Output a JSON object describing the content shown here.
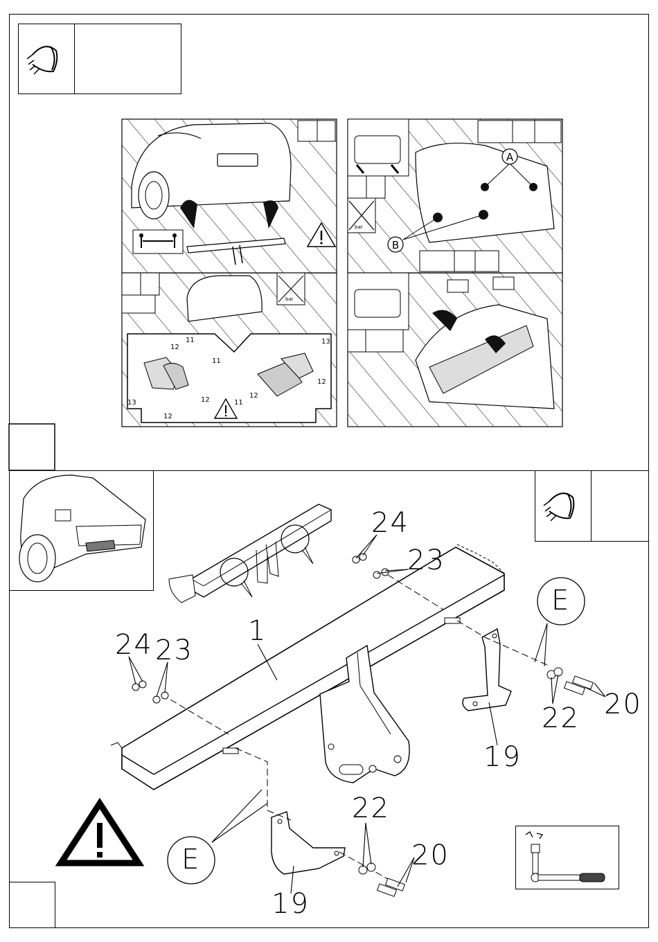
{
  "top_panel": {
    "panel1": {
      "callouts": [
        "12",
        "11",
        "11",
        "12",
        "13",
        "12",
        "11",
        "12",
        "13",
        "12"
      ],
      "warning_icon": "warning-triangle-icon"
    },
    "panel2": {
      "marker_a": "A",
      "marker_b": "B",
      "small_text": "bar"
    },
    "panel3": {
      "small_text": "bar"
    }
  },
  "main": {
    "part_labels": {
      "p1": "1",
      "p19_right": "19",
      "p19_bottom": "19",
      "p20_right": "20",
      "p20_bottom": "20",
      "p22_right": "22",
      "p22_bottom": "22",
      "p23_top": "23",
      "p23_left": "23",
      "p24_top": "24",
      "p24_left": "24"
    },
    "circle_e_top": "E",
    "circle_e_bottom": "E"
  },
  "icons": {
    "visual_check": "eye-inspect-icon",
    "torque_wrench": "torque-wrench-icon",
    "warning": "warning-triangle-icon"
  }
}
